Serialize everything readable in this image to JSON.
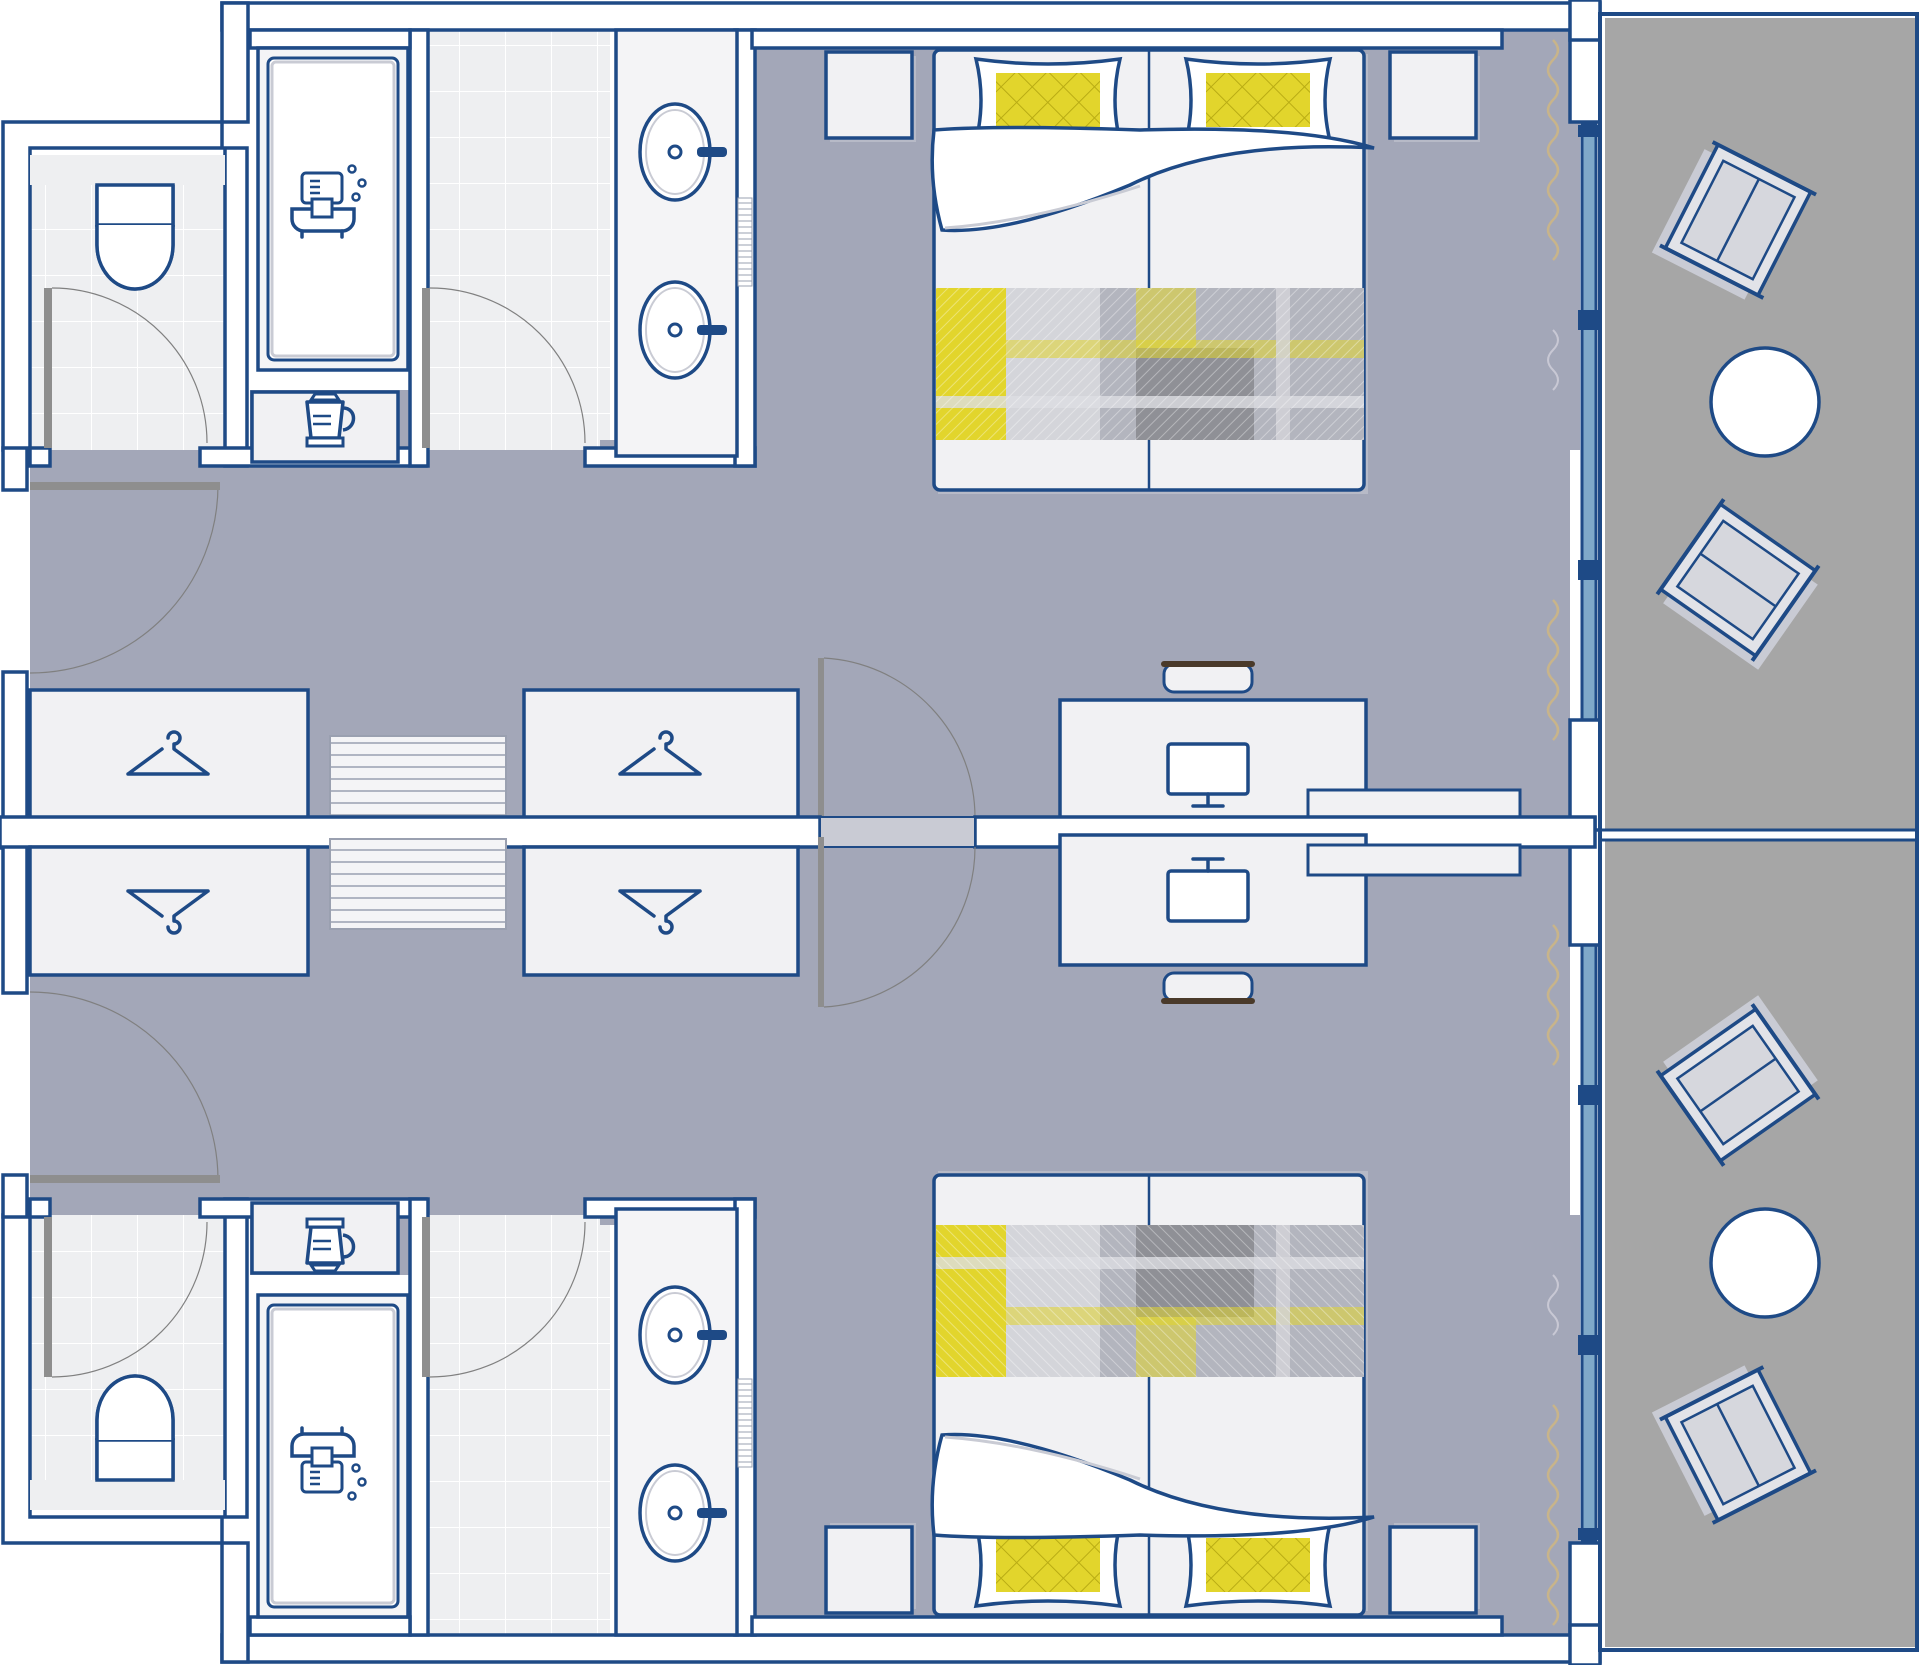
{
  "plan": {
    "type": "connecting hotel rooms floor plan",
    "rooms": 2,
    "mirrored": true
  },
  "colors": {
    "wall_blue": "#1e4a86",
    "wall_fill": "#ffffff",
    "carpet": "#a3a7b8",
    "tile": "#eeeff1",
    "balcony": "#a6a6a6",
    "furniture": "#f1f1f3",
    "furniture_shadow": "#c9cbd4",
    "accent_yellow": "#e2d52c",
    "throw_grey": "#8f9096",
    "glass": "#7fa9c9"
  },
  "icons": [
    "bathtub-shower-icon",
    "kettle-icon",
    "toilet-icon",
    "sink-icon",
    "hanger-icon",
    "monitor-icon",
    "luggage-rack-icon",
    "armchair-icon",
    "round-table-icon",
    "bed-icon",
    "nightstand-icon",
    "desk-chair-icon"
  ],
  "room_features": {
    "wardrobes_per_room": 2,
    "sinks_per_room": 2,
    "nightstands_per_room": 2,
    "balcony_armchairs_per_room": 2,
    "balcony_tables_per_room": 1
  }
}
